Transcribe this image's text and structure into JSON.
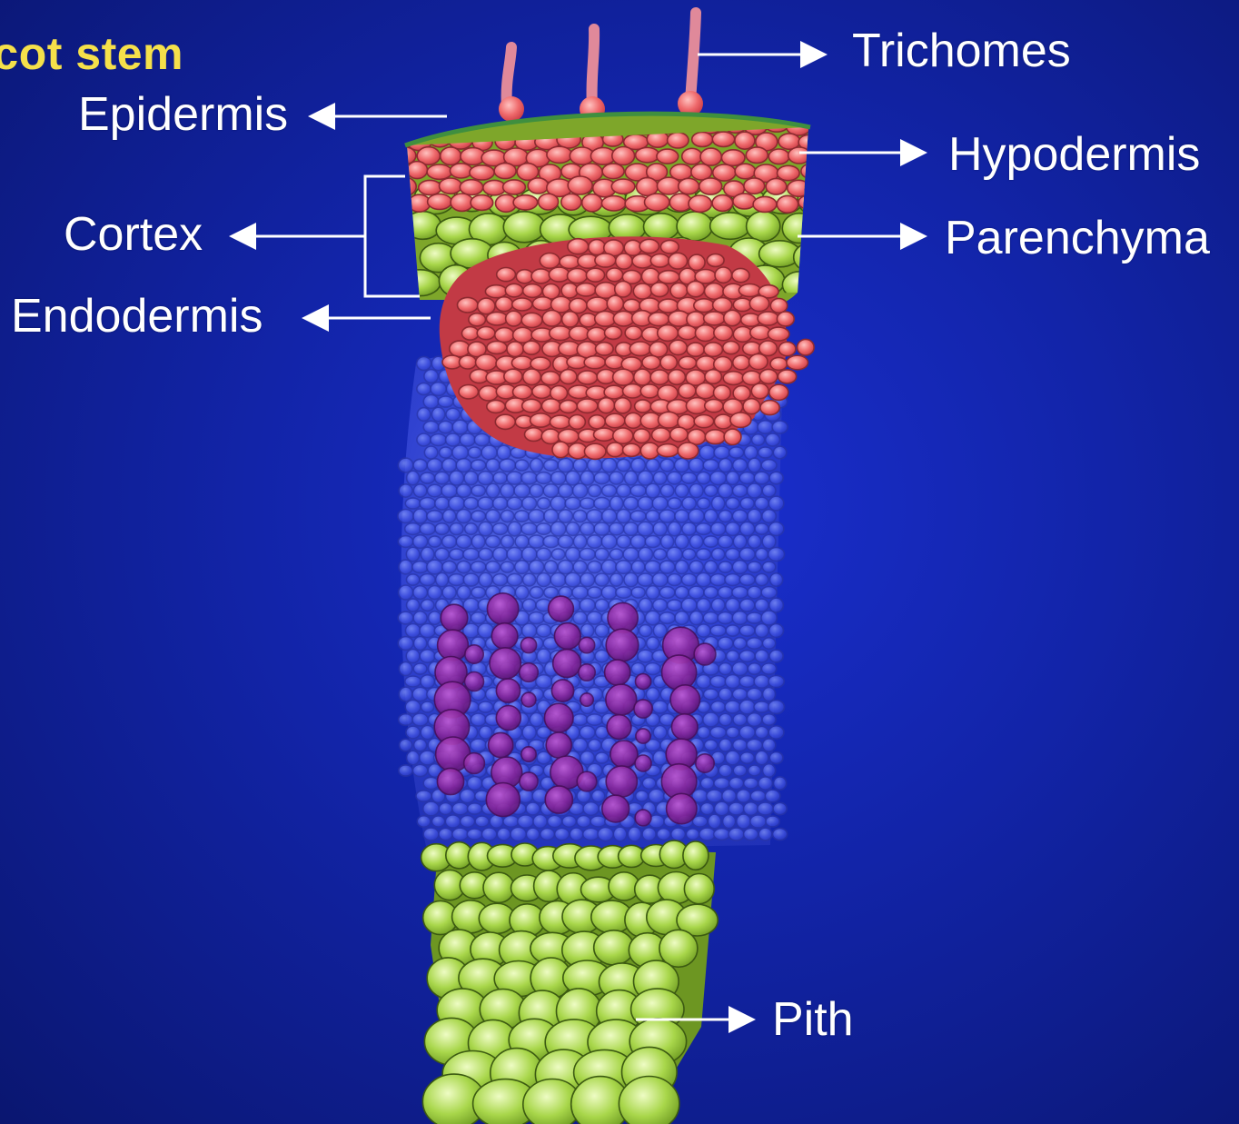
{
  "title": "icot stem",
  "labels": {
    "trichomes": "Trichomes",
    "epidermis": "Epidermis",
    "hypodermis": "Hypodermis",
    "cortex": "Cortex",
    "parenchyma": "Parenchyma",
    "endodermis": "Endodermis",
    "pith": "Pith"
  },
  "colors": {
    "background": "#1224a8",
    "title": "#f5e04a",
    "label": "#ffffff",
    "hypodermis_cells": "#e8545a",
    "cortex_cells": "#9ccc3c",
    "vascular_bundles": "#7a1f8c",
    "vascular_region": "#3b4fd8"
  }
}
